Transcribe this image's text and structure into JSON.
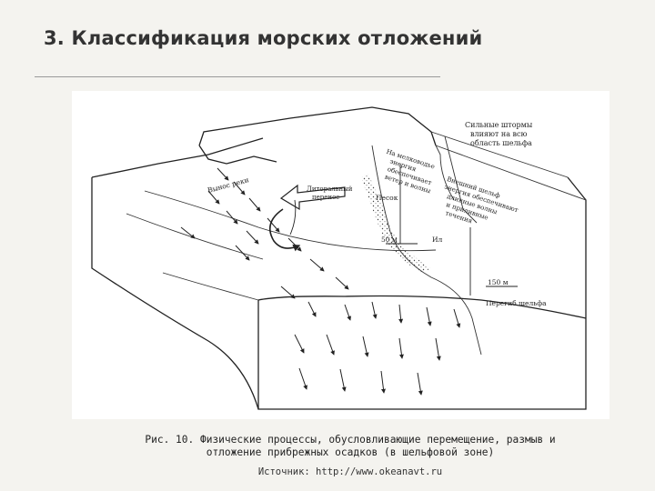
{
  "slide": {
    "title": "3. Классификация морских отложений"
  },
  "figure": {
    "labels": {
      "storms": [
        "Сильные штормы",
        "влияют на всю",
        "область шельфа"
      ],
      "no_wind": [
        "На мелководье",
        "энергия",
        "обеспечивает",
        "ветер и волны"
      ],
      "external": [
        "Внешний шельф",
        "энергия обеспечивают",
        "длинные волны",
        "и приливные",
        "течения"
      ],
      "river": [
        "Вынос реки"
      ],
      "littoral": [
        "Литоральный",
        "перенос"
      ],
      "sand": [
        "Песок"
      ],
      "silt": [
        "Ил"
      ],
      "depth_50": "50 м",
      "depth_150": "150 м",
      "shelf_break": "Перегиб шельфа"
    },
    "caption_line1": "Рис. 10. Физические процессы, обусловливающие перемещение, размыв и",
    "caption_line2": "отложение прибрежных осадков (в шельфовой зоне)",
    "source": "Источник: http://www.okeanavt.ru"
  }
}
